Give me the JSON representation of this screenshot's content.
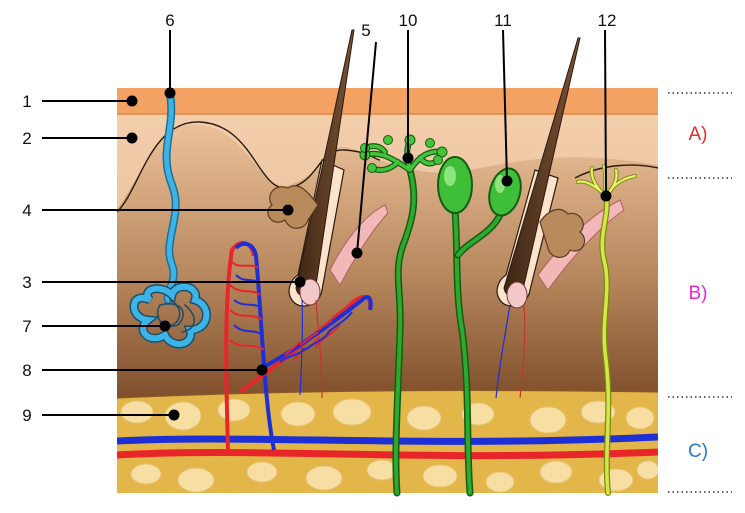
{
  "numbers": [
    "1",
    "2",
    "3",
    "4",
    "5",
    "6",
    "7",
    "8",
    "9",
    "10",
    "11",
    "12"
  ],
  "layers": [
    "A)",
    "B)",
    "C)"
  ],
  "colors": {
    "epidermis": "#f4a263",
    "dermis_top": "#f1c7a0",
    "dermis_bottom": "#7a4a28",
    "fat_layer": "#e3b649",
    "fat_cell": "#f7dfa3",
    "artery": "#e8262a",
    "vein": "#1f2fd6",
    "sweat_gland": "#3cb4e6",
    "nerve_receptor": "#2ea82e",
    "free_nerve_ending": "#d6e64a",
    "hair": "#5b3a22",
    "sebaceous_gland": "#b88a5c",
    "layer_A": "#e82c2c",
    "layer_B": "#e62ad6",
    "layer_C": "#2a78c8"
  }
}
